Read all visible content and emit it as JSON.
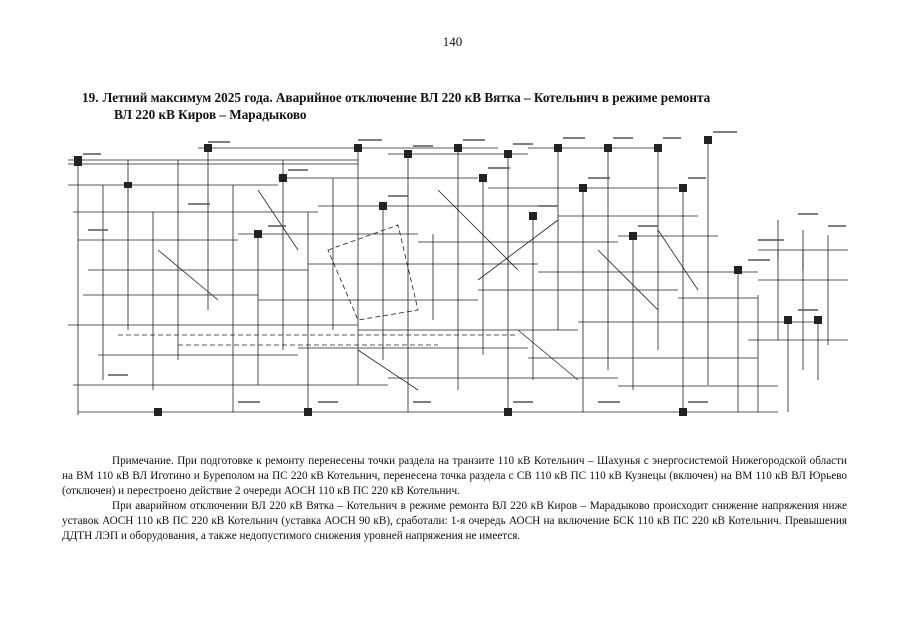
{
  "page": {
    "number": "140"
  },
  "heading": {
    "number": "19.",
    "line1": "Летний максимум 2025 года. Аварийное отключение ВЛ 220 кВ Вятка – Котельнич в режиме ремонта",
    "line2": "ВЛ 220 кВ Киров – Марадыково"
  },
  "note": {
    "paragraph1": "Примечание. При подготовке к ремонту перенесены точки раздела на транзите 110 кВ Котельнич – Шахунья с энергосистемой Нижегородской области на ВМ 110 кВ ВЛ Иготино и Буреполом на ПС 220 кВ Котельнич, перенесена точка раздела с СВ 110 кВ ПС 110 кВ Кузнецы (включен) на ВМ 110 кВ ВЛ Юрьево (отключен) и перестроено действие 2 очереди АОСН 110 кВ ПС 220 кВ Котельнич.",
    "paragraph2": "При аварийном отключении ВЛ 220 кВ Вятка – Котельнич в режиме ремонта ВЛ 220 кВ Киров – Марадыково происходит снижение напряжения ниже уставок АОСН 110 кВ ПС 220 кВ Котельнич (уставка АОСН 90 кВ), сработали: 1-я очередь АОСН на включение БСК 110 кВ ПС 220 кВ Котельнич. Превышения ДДТН ЛЭП и оборудования, а также недопустимого снижения уровней напряжения не имеется."
  }
}
